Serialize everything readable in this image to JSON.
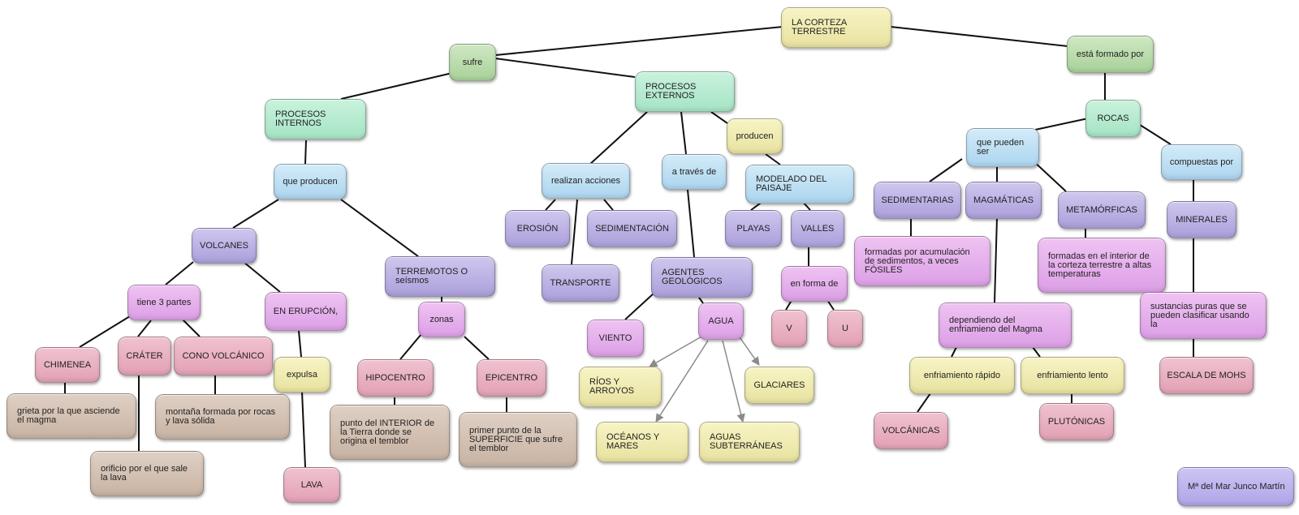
{
  "nodes": {
    "corteza": "LA CORTEZA TERRESTRE",
    "sufre": "sufre",
    "esta_formado": "está formado por",
    "proc_internos": "PROCESOS INTERNOS",
    "proc_externos": "PROCESOS EXTERNOS",
    "rocas": "ROCAS",
    "que_producen": "que producen",
    "producen": "producen",
    "realizan": "realizan acciones",
    "a_traves": "a través de",
    "modelado": "MODELADO DEL PAISAJE",
    "que_pueden": "que pueden ser",
    "compuestas": "compuestas por",
    "volcanes": "VOLCANES",
    "terremotos": "TERREMOTOS O seísmos",
    "erosion": "EROSIÓN",
    "sedimentacion": "SEDIMENTACIÓN",
    "transporte": "TRANSPORTE",
    "agentes": "AGENTES GEOLÓGICOS",
    "playas": "PLAYAS",
    "valles": "VALLES",
    "en_forma": "en forma de",
    "v": "V",
    "u": "U",
    "sedimentarias": "SEDIMENTARIAS",
    "magmaticas": "MAGMÁTICAS",
    "metamorficas": "METAMÓRFICAS",
    "minerales": "MINERALES",
    "sed_desc": "formadas por acumulación de sedimentos, a veces FÓSILES",
    "meta_desc": "formadas en el interior de la corteza terrestre a altas temperaturas",
    "mineral_desc": "sustancias puras que se pueden clasificar usando la",
    "mohs": "ESCALA DE MOHS",
    "enfriamiento": "dependiendo del enfriamieno del Magma",
    "rapido": "enfriamiento rápido",
    "lento": "enfriamiento lento",
    "volcanicas": "VOLCÁNICAS",
    "plutonicas": "PLUTÓNICAS",
    "tiene3": "tiene 3 partes",
    "erupcion": "EN ERUPCIÓN,",
    "expulsa": "expulsa",
    "lava": "LAVA",
    "chimenea": "CHIMENEA",
    "crater": "CRÁTER",
    "cono": "CONO VOLCÁNICO",
    "chimenea_desc": "grieta por la que asciende el magma",
    "cono_desc": "montaña formada por rocas y lava sólida",
    "crater_desc": "orificio por el que sale la lava",
    "zonas": "zonas",
    "hipocentro": "HIPOCENTRO",
    "epicentro": "EPICENTRO",
    "hipo_desc": "punto del INTERIOR de la Tierra donde se origina el temblor",
    "epi_desc": "primer punto de la SUPERFICIE que sufre el temblor",
    "viento": "VIENTO",
    "agua": "AGUA",
    "rios": "RÍOS Y ARROYOS",
    "glaciares": "GLACIARES",
    "oceanos": "OCÉANOS Y MARES",
    "aguas_sub": "AGUAS SUBTERRÁNEAS",
    "author": "Mª del Mar Junco Martín"
  },
  "colors": {
    "green": "#b8dba8",
    "yellow": "#eeeab2",
    "mint": "#b5ebcf",
    "blue": "#bfe0f3",
    "purple": "#bcb2e4",
    "violet": "#e4afec",
    "pink": "#e8b0c1",
    "tan": "#d2c0b2",
    "connector": "#000000",
    "arrow": "#888888"
  }
}
